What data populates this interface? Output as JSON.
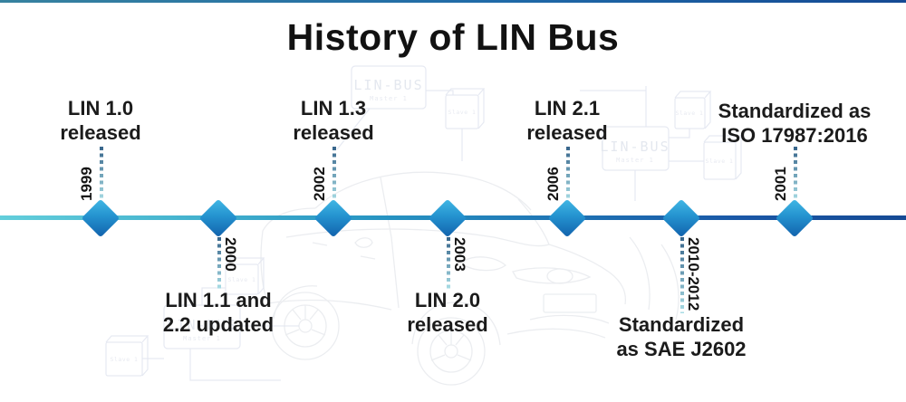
{
  "title": "History of LIN Bus",
  "timeline": {
    "events": [
      {
        "year": "1999",
        "line1": "LIN 1.0",
        "line2": "released",
        "position": "above"
      },
      {
        "year": "2000",
        "line1": "LIN 1.1 and",
        "line2": "2.2 updated",
        "position": "below"
      },
      {
        "year": "2002",
        "line1": "LIN 1.3",
        "line2": "released",
        "position": "above"
      },
      {
        "year": "2003",
        "line1": "LIN 2.0",
        "line2": "released",
        "position": "below"
      },
      {
        "year": "2006",
        "line1": "LIN 2.1",
        "line2": "released",
        "position": "above"
      },
      {
        "year": "2010-2012",
        "line1": "Standardized",
        "line2": "as SAE J2602",
        "position": "below"
      },
      {
        "year": "2001",
        "line1": "Standardized as",
        "line2": "ISO 17987:2016",
        "position": "above"
      }
    ],
    "colors": {
      "line_start": "#63cedb",
      "line_end": "#154a94",
      "diamond_light": "#41b8e5",
      "diamond_dark": "#1161ac",
      "dots_dark": "#36648a",
      "dots_light": "#a9dde5",
      "label_text": "#1b1b1b"
    }
  },
  "background_art": {
    "master_box_title": "LIN-BUS",
    "master_box_subtitle": "Master 1",
    "slave_box_label": "Slave 1"
  }
}
